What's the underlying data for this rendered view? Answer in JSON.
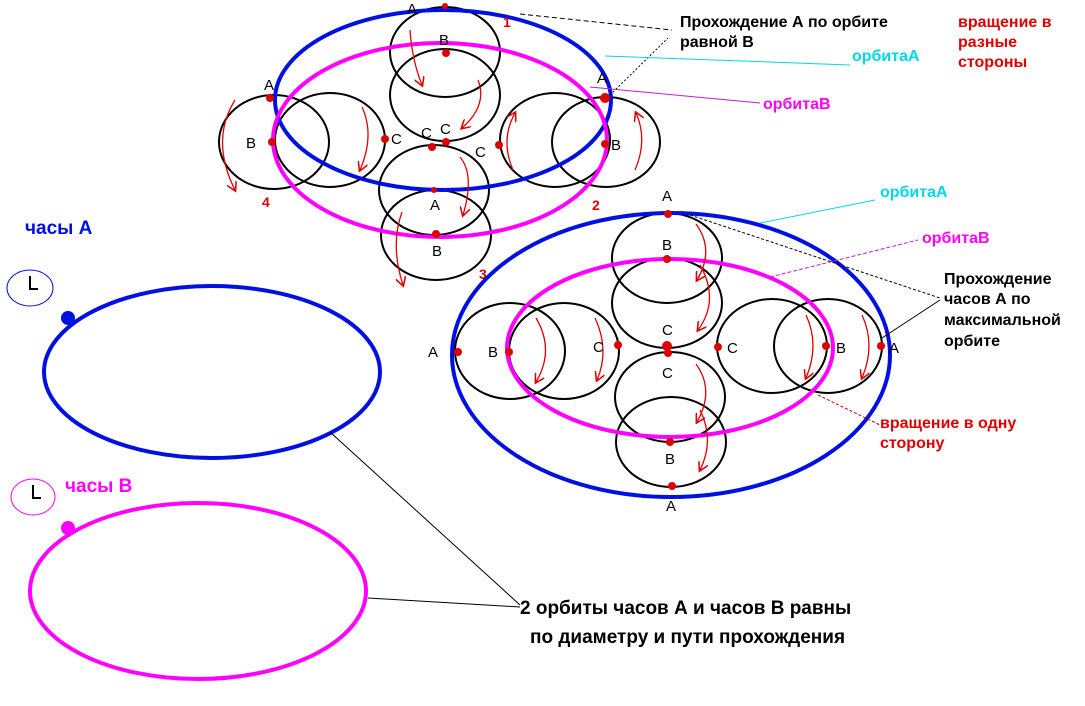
{
  "colors": {
    "orbit_a": "#0010e0",
    "orbit_b": "#ff00ff",
    "accent_red": "#e00000",
    "cyan": "#00d8e8",
    "black": "#000000"
  },
  "top_diagram": {
    "note_passage": [
      "Прохождение А по орбите",
      "равной В"
    ],
    "note_rotation": [
      "вращение в",
      "разные",
      "стороны"
    ],
    "label_orbit_a": "орбитаА",
    "label_orbit_b": "орбитаВ",
    "positions": [
      "1",
      "2",
      "3",
      "4"
    ],
    "point_a": "A",
    "point_b": "B",
    "point_c": "C"
  },
  "bottom_diagram": {
    "label_orbit_a": "орбитаА",
    "label_orbit_b": "орбитаВ",
    "note_passage": [
      "Прохождение",
      "часов А по",
      "максимальной",
      "орбите"
    ],
    "note_rotation": [
      "вращение в одну",
      "сторону"
    ],
    "point_a": "A",
    "point_b": "B",
    "point_c": "C"
  },
  "clock_a": {
    "title": "часы А"
  },
  "clock_b": {
    "title": "часы В"
  },
  "conclusion": [
    "2 орбиты часов А и часов В равны",
    "по диаметру и пути прохождения"
  ]
}
